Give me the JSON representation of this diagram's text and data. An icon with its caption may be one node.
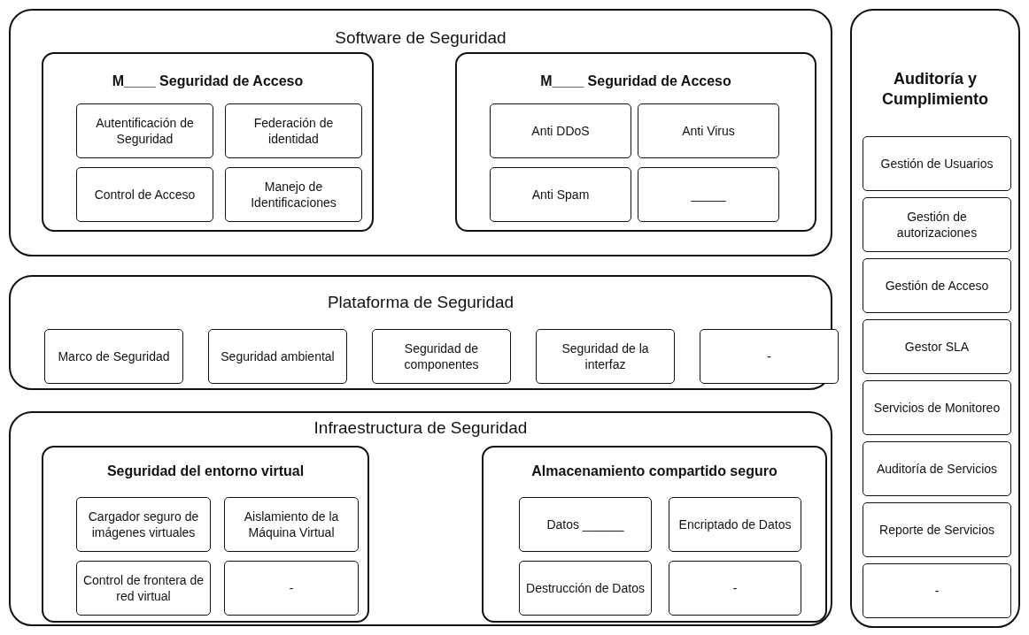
{
  "diagram": {
    "nodes": [
      {
        "text": [
          "Software de Seguridad"
        ]
      },
      {
        "text": [
          "M____ Seguridad de Acceso"
        ],
        "in": 0
      },
      {
        "text": [
          "Autentificación de Seguridad"
        ],
        "in": 1
      },
      {
        "text": [
          "Federación de identidad"
        ],
        "in": 1
      },
      {
        "text": [
          "Control de Acceso"
        ],
        "in": 1
      },
      {
        "text": [
          "Manejo de Identificaciones"
        ],
        "in": 1
      },
      {
        "text": [
          "M____ Seguridad de Acceso"
        ],
        "in": 0
      },
      {
        "text": [
          "Anti DDoS"
        ],
        "in": 6
      },
      {
        "text": [
          "Anti Virus"
        ],
        "in": 6
      },
      {
        "text": [
          "Anti Spam"
        ],
        "in": 6
      },
      {
        "text": [
          "_____"
        ],
        "in": 6
      },
      {
        "text": [
          "Plataforma de Seguridad"
        ]
      },
      {
        "text": [
          "Marco de Seguridad"
        ],
        "in": 11
      },
      {
        "text": [
          "Seguridad ambiental"
        ],
        "in": 11
      },
      {
        "text": [
          "Seguridad de componentes"
        ],
        "in": 11
      },
      {
        "text": [
          "Seguridad de la interfaz"
        ],
        "in": 11
      },
      {
        "text": [
          "-"
        ],
        "in": 11
      },
      {
        "text": [
          "Infraestructura de Seguridad"
        ]
      },
      {
        "text": [
          "Seguridad del entorno virtual"
        ],
        "in": 17
      },
      {
        "text": [
          "Cargador seguro de imágenes virtuales"
        ],
        "in": 18
      },
      {
        "text": [
          "Aislamiento de la Máquina Virtual"
        ],
        "in": 18
      },
      {
        "text": [
          "Control de frontera de red virtual"
        ],
        "in": 18
      },
      {
        "text": [
          "-"
        ],
        "in": 18
      },
      {
        "text": [
          "Almacenamiento compartido seguro"
        ],
        "in": 17
      },
      {
        "text": [
          "Datos ______"
        ],
        "in": 23
      },
      {
        "text": [
          "Encriptado de Datos"
        ],
        "in": 23
      },
      {
        "text": [
          "Destrucción de Datos"
        ],
        "in": 23
      },
      {
        "text": [
          "-"
        ],
        "in": 23
      },
      {
        "text": [
          "Auditoría y Cumplimiento"
        ]
      },
      {
        "text": [
          "Gestión de Usuarios"
        ],
        "in": 28
      },
      {
        "text": [
          "Gestión de autorizaciones"
        ],
        "in": 28
      },
      {
        "text": [
          "Gestión de Acceso"
        ],
        "in": 28
      },
      {
        "text": [
          "Gestor SLA"
        ],
        "in": 28
      },
      {
        "text": [
          "Servicios de Monitoreo"
        ],
        "in": 28
      },
      {
        "text": [
          "Auditoría de Servicios"
        ],
        "in": 28
      },
      {
        "text": [
          "Reporte de Servicios"
        ],
        "in": 28
      },
      {
        "text": [
          "-"
        ],
        "in": 28
      }
    ],
    "edges": []
  }
}
